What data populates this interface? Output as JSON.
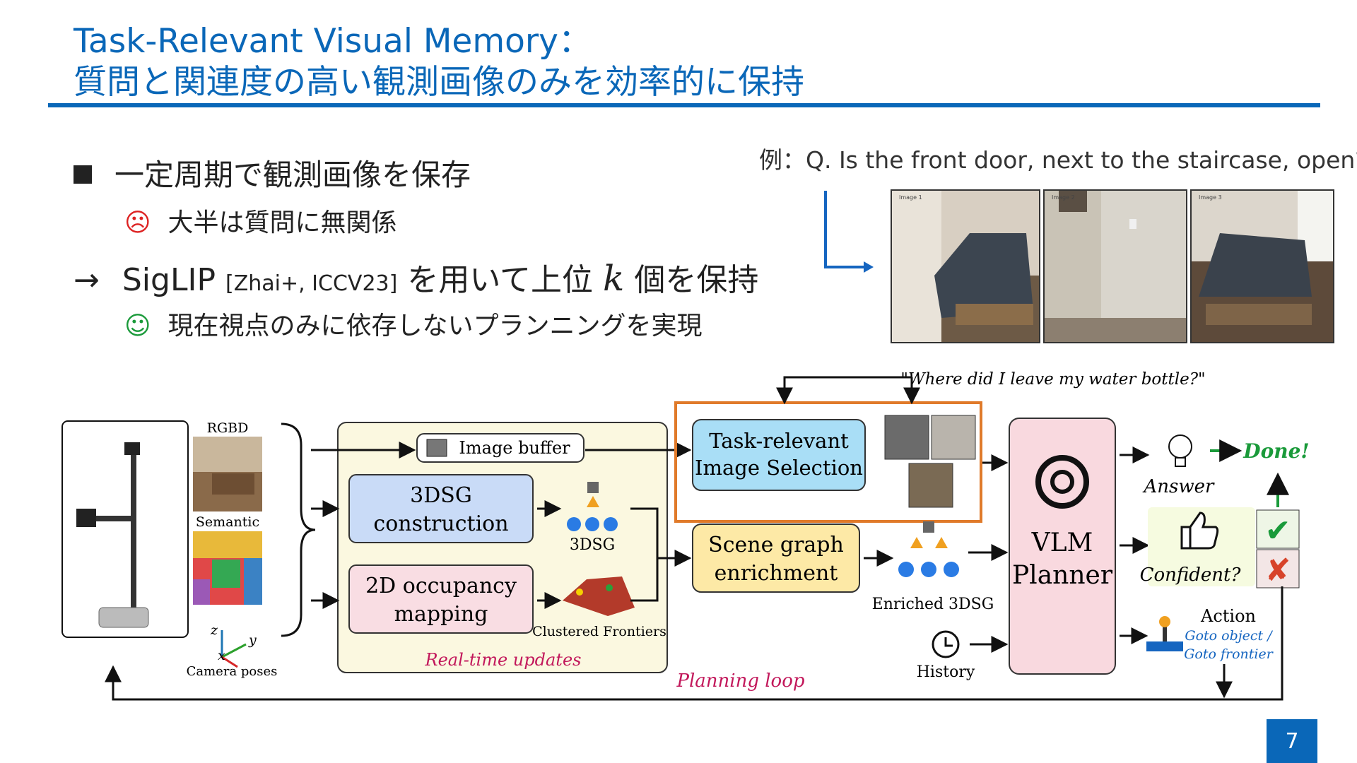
{
  "slide": {
    "title_line1": "Task-Relevant Visual Memory：",
    "title_line2": "質問と関連度の高い観測画像のみを効率的に保持",
    "bullet1": "一定周期で観測画像を保存",
    "bullet1_sub": "大半は質問に無関係",
    "bullet2_prefix": "SigLIP",
    "bullet2_cite": "[Zhai+, ICCV23]",
    "bullet2_mid": "を用いて上位",
    "bullet2_k": "k",
    "bullet2_suffix": "個を保持",
    "bullet2_sub": "現在視点のみに依存しないプランニングを実現",
    "arrow": "→",
    "sad_icon": "☹",
    "happy_icon": "☺",
    "page_number": "7"
  },
  "example": {
    "text": "例：Q. Is the front door, next to the staircase, open?",
    "image_labels": [
      "Image 1",
      "Image 2",
      "Image 3"
    ]
  },
  "diagram": {
    "query": "\"Where did I leave my water bottle?\"",
    "rgbd": "RGBD",
    "semantic": "Semantic",
    "camera_poses": "Camera poses",
    "axis_z": "z",
    "axis_y": "y",
    "axis_x": "x",
    "image_buffer": "Image buffer",
    "dsg_construction_1": "3DSG",
    "dsg_construction_2": "construction",
    "dsg_label": "3DSG",
    "occupancy_1": "2D occupancy",
    "occupancy_2": "mapping",
    "clustered_frontiers": "Clustered Frontiers",
    "realtime": "Real-time updates",
    "task_sel_1": "Task-relevant",
    "task_sel_2": "Image Selection",
    "scene_graph_1": "Scene graph",
    "scene_graph_2": "enrichment",
    "enriched": "Enriched 3DSG",
    "history": "History",
    "vlm_1": "VLM",
    "vlm_2": "Planner",
    "answer": "Answer",
    "done": "Done!",
    "confident": "Confident?",
    "action": "Action",
    "goto_object": "Goto object /",
    "goto_frontier": "Goto frontier",
    "planning_loop": "Planning loop",
    "check_mark": "✔",
    "cross_mark": "✘"
  },
  "colors": {
    "title_blue": "#0a67b8",
    "highlight_orange": "#e07a2a",
    "done_green": "#1a9a3a",
    "italic_pink": "#c2185b"
  }
}
